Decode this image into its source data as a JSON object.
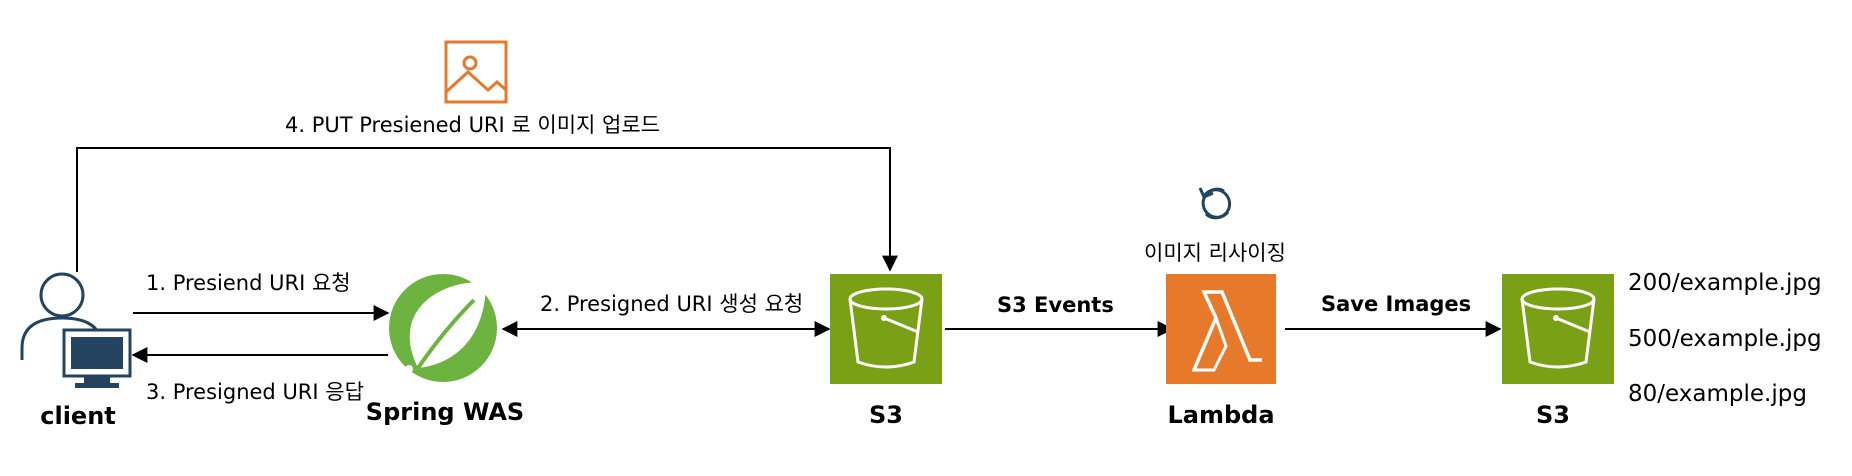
{
  "nodes": {
    "client": {
      "label": "client",
      "icon": "user-computer-icon",
      "color": "#23435f"
    },
    "spring": {
      "label": "Spring WAS",
      "icon": "spring-leaf-icon",
      "color": "#6db33f"
    },
    "s3_source": {
      "label": "S3",
      "icon": "s3-bucket-icon",
      "color": "#7aa116"
    },
    "lambda": {
      "label": "Lambda",
      "icon": "lambda-icon",
      "color": "#e7792b",
      "caption": "이미지 리사이징",
      "caption_icon": "refresh-icon"
    },
    "s3_dest": {
      "label": "S3",
      "icon": "s3-bucket-icon",
      "color": "#7aa116"
    }
  },
  "image_icon": {
    "icon": "image-icon",
    "color": "#e7792b"
  },
  "edges": {
    "presigned_request": "1. Presiend URI 요청",
    "presigned_generate": "2. Presigned URI 생성 요청",
    "presigned_response": "3. Presigned URI 응답",
    "put_upload": "4. PUT Presiened URI 로 이미지 업로드",
    "s3_events": "S3 Events",
    "save_images": "Save Images"
  },
  "output_files": [
    "200/example.jpg",
    "500/example.jpg",
    "80/example.jpg"
  ]
}
